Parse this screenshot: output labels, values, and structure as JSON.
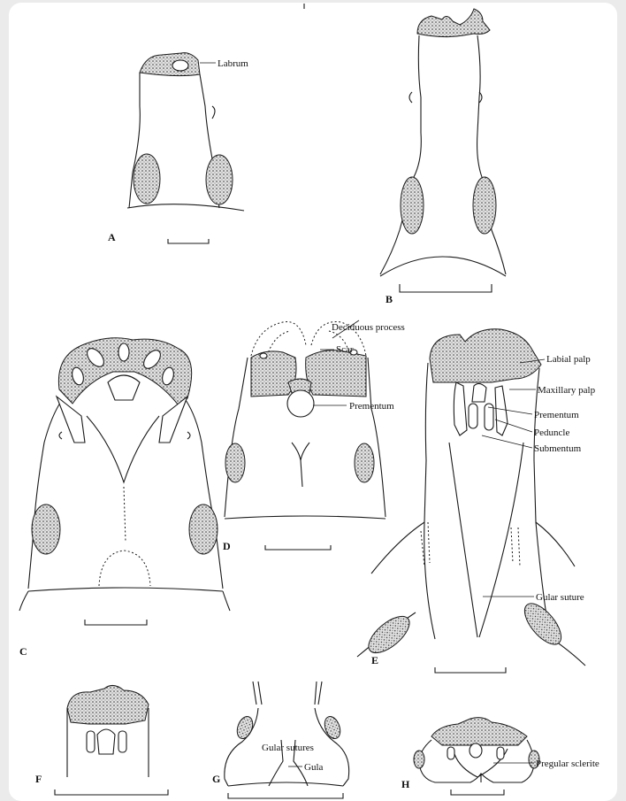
{
  "panels": [
    {
      "letter": "A"
    },
    {
      "letter": "B"
    },
    {
      "letter": "C"
    },
    {
      "letter": "D"
    },
    {
      "letter": "E"
    },
    {
      "letter": "F"
    },
    {
      "letter": "G"
    },
    {
      "letter": "H"
    }
  ],
  "labels": {
    "labrum": "Labrum",
    "deciduous_process": "Deciduous process",
    "scar": "Scar",
    "prementum_d": "Prementum",
    "labial_palp": "Labial palp",
    "maxillary_palp": "Maxillary palp",
    "prementum_e": "Prementum",
    "peduncle": "Peduncle",
    "submentum": "Submentum",
    "gular_suture": "Gular suture",
    "gular_sutures": "Gular sutures",
    "gula": "Gula",
    "pregular_sclerite": "Pregular sclerite"
  }
}
